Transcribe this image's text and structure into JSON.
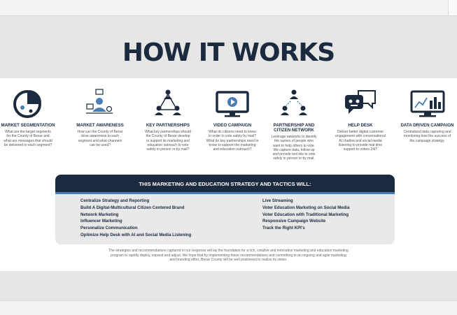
{
  "title": "HOW IT WORKS",
  "columns": [
    {
      "heading": "MARKET SEGMENTATION",
      "icon": "pie-chart-icon",
      "desc": [
        "What are the target segments",
        "for the County of Bexar and",
        "what are messages that should",
        "be delivered to each segment?"
      ]
    },
    {
      "heading": "MARKET AWARENESS",
      "icon": "presentation-icon",
      "desc": [
        "How can the County of Bexar",
        "drive awareness to each",
        "segment and what channels",
        "can be used?"
      ]
    },
    {
      "heading": "KEY PARTNERSHIPS",
      "icon": "network-icon",
      "desc": [
        "What key partnerships should",
        "the County of Bexar develop",
        "to support its marketing and",
        "education outreach to vote",
        "safely in person or by mail?"
      ]
    },
    {
      "heading": "VIDEO CAMPAIGN",
      "icon": "video-monitor-icon",
      "desc": [
        "What do citizens need to know",
        "in order to vote safely by mail?",
        "What do key partnerships need to",
        "know to support the marketing",
        "and education outreach?"
      ]
    },
    {
      "heading": [
        "PARTNERSHIP AND",
        "CITIZEN NETWORK"
      ],
      "icon": "citizen-network-icon",
      "desc": [
        "Leverage networks to identify",
        "the names of people who",
        "want to help others to vote.",
        "We capture data, follow up",
        "and provide tool kits to vote",
        "safely in person or by mail."
      ]
    },
    {
      "heading": "HELP DESK",
      "icon": "chat-bot-icon",
      "desc": [
        "Deliver better digital customer",
        "engagement with conversational",
        "AI chatbot and social media",
        "listening to provide real time",
        "support to voters 24/7"
      ]
    },
    {
      "heading": "DATA DRIVEN CAMPAIGN",
      "icon": "analytics-monitor-icon",
      "desc": [
        "Centralized data capturing and",
        "monitoring how the success of",
        "the campaign strategy."
      ]
    }
  ],
  "strategy": {
    "header": "THIS MARKETING AND EDUCATION STRATEGY AND TACTICS WILL:",
    "left": [
      "Centralize Strategy and Reporting",
      "Build A Digital-Multicultural Citizen Centered Brand",
      "Network Marketing",
      "Influencer Marketing",
      "Personalize Communication",
      "Optimize Help Desk with AI and Social Media Listening"
    ],
    "right": [
      "Live Streaming",
      "Voter Education Marketing on Social Media",
      "Voter Education with Traditional Marketing",
      "Responsive Campaign Website",
      "Track the Right KPI's"
    ]
  },
  "footer": [
    "The strategies and recommendations captured in our response will lay the foundation for a rich, creative and innovative marketing and education marketing",
    "program to rapidly deploy, expand and adjust. We hope that by implementing these recommendations and committing to an ongoing and agile marketing",
    "and branding effort, Bexar County will be well positioned to realize its vision."
  ],
  "colors": {
    "navy": "#1c2a40",
    "accent": "#4a7db5",
    "background": "#e6e6e6"
  }
}
